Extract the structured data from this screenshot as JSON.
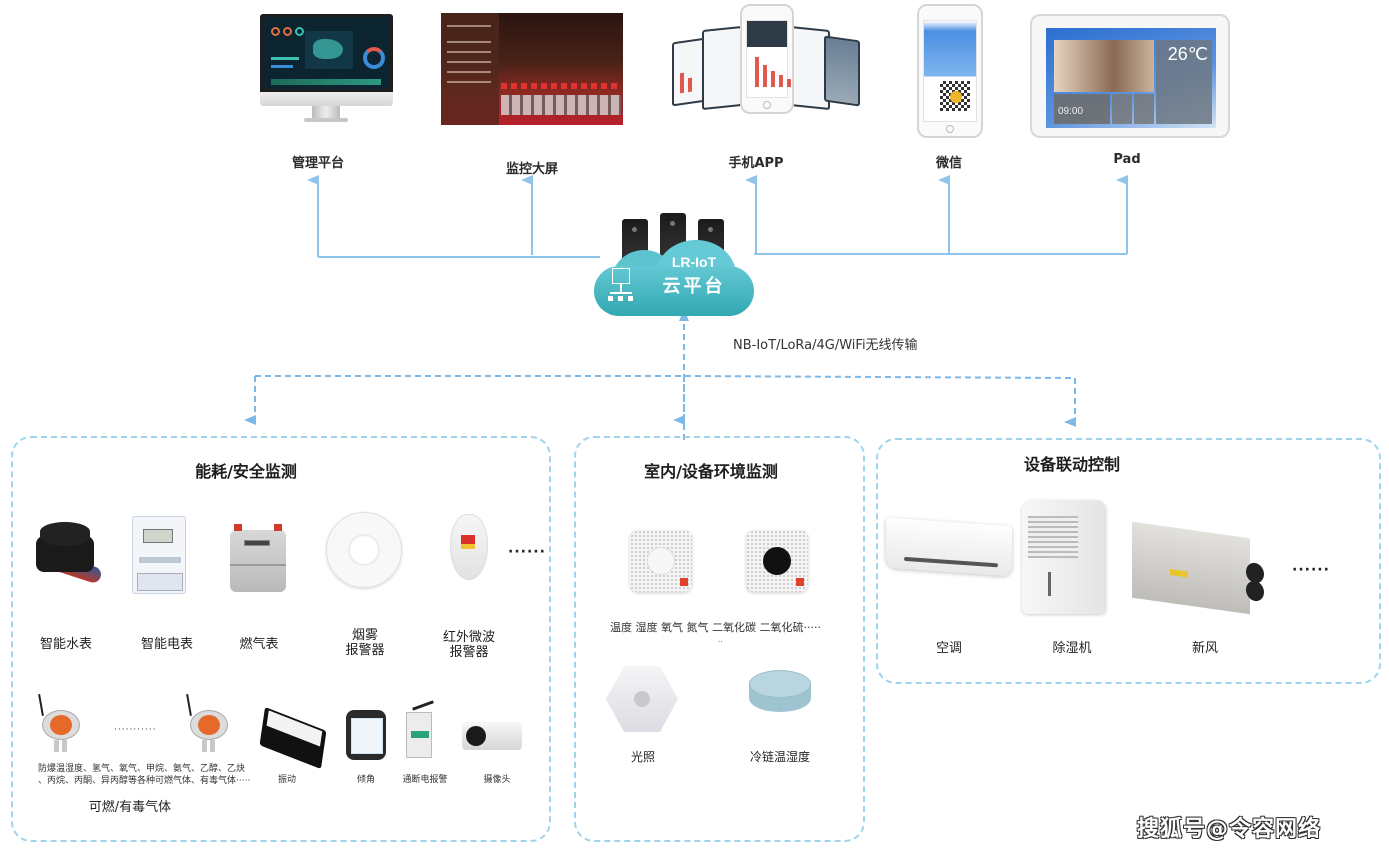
{
  "colors": {
    "connector_solid": "#8ec4ea",
    "connector_dashed": "#7fb7e6",
    "section_border": "#9fd4ec",
    "cloud": "#4cbcc6",
    "text": "#222222"
  },
  "clients": [
    {
      "id": "management",
      "label": "管理平台",
      "icon": "desktop-monitor-icon"
    },
    {
      "id": "bigscreen",
      "label": "监控大屏",
      "icon": "large-display-icon"
    },
    {
      "id": "app",
      "label": "手机APP",
      "icon": "mobile-app-icon"
    },
    {
      "id": "wechat",
      "label": "微信",
      "icon": "wechat-phone-icon"
    },
    {
      "id": "pad",
      "label": "Pad",
      "icon": "tablet-icon"
    }
  ],
  "pad_screen": {
    "temperature": "26℃",
    "clock": "09:00"
  },
  "cloud": {
    "line1": "LR-IoT",
    "line2": "云平台",
    "icon": "network-topology-icon"
  },
  "transport": "NB-IoT/LoRa/4G/WiFi无线传输",
  "sections": {
    "energy": {
      "title": "能耗/安全监测",
      "devices": [
        {
          "label": "智能水表",
          "icon": "water-meter-icon"
        },
        {
          "label": "智能电表",
          "icon": "electric-meter-icon"
        },
        {
          "label": "燃气表",
          "icon": "gas-meter-icon"
        },
        {
          "label_lines": [
            "烟雾",
            "报警器"
          ],
          "icon": "smoke-detector-icon"
        },
        {
          "label_lines": [
            "红外微波",
            "报警器"
          ],
          "icon": "infrared-sensor-icon"
        }
      ],
      "more": "······",
      "gas_separator": "···········",
      "gas_note_lines": [
        "防爆温湿度、氢气、氧气、甲烷、氨气、乙醇、乙炔",
        "、丙烷、丙酮、异丙醇等各种可燃气体、有毒气体·····"
      ],
      "gas_group_title": "可燃/有毒气体",
      "small_devices": [
        {
          "label": "振动",
          "icon": "vibration-sensor-icon"
        },
        {
          "label": "倾角",
          "icon": "tilt-sensor-icon"
        },
        {
          "label": "通断电报警",
          "icon": "power-alarm-icon"
        },
        {
          "label": "摄像头",
          "icon": "camera-icon"
        }
      ]
    },
    "environment": {
      "title": "室内/设备环境监测",
      "params_line": "温度  湿度  氧气 氮气  二氧化碳 二氧化硫·····",
      "params_tail": "··",
      "devices": [
        {
          "label": "光照",
          "icon": "light-sensor-icon"
        },
        {
          "label": "冷链温湿度",
          "icon": "cold-chain-sensor-icon"
        }
      ]
    },
    "control": {
      "title": "设备联动控制",
      "devices": [
        {
          "label": "空调",
          "icon": "air-conditioner-icon"
        },
        {
          "label": "除湿机",
          "icon": "dehumidifier-icon"
        },
        {
          "label": "新风",
          "icon": "fresh-air-unit-icon"
        }
      ],
      "more": "······"
    }
  },
  "watermark": "搜狐号@令容网络"
}
